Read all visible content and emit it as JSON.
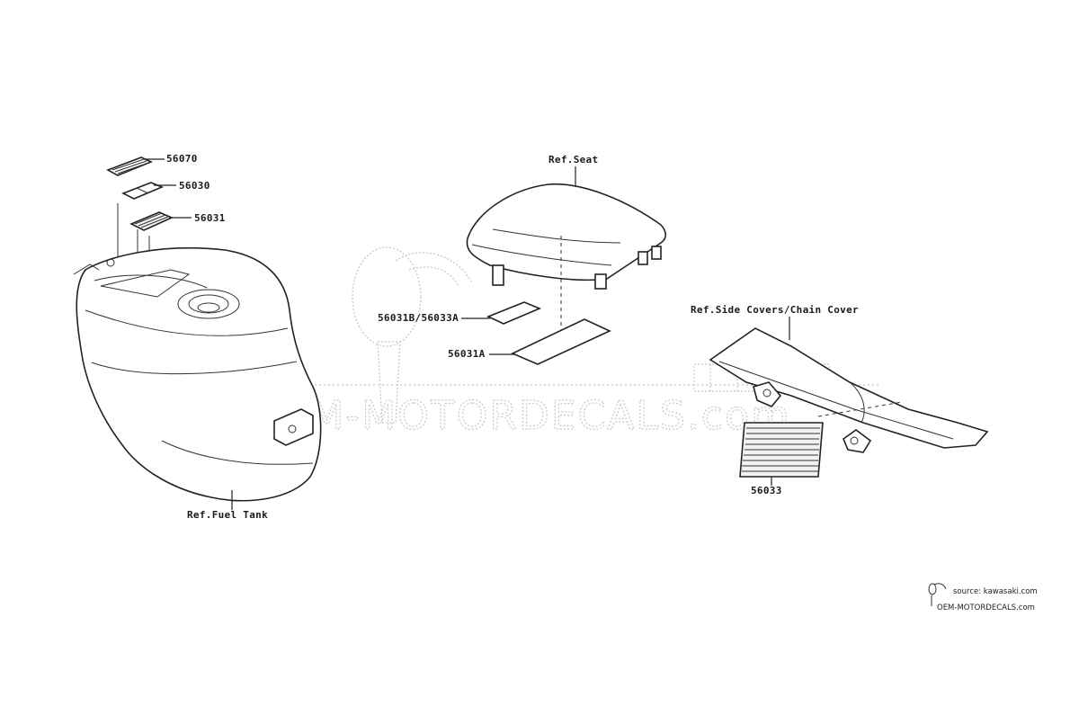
{
  "watermark": {
    "text": "OEM-MOTORDECALS.com"
  },
  "groups": {
    "fuel_tank": {
      "ref_label": "Ref.Fuel Tank",
      "parts": [
        "56070",
        "56030",
        "56031"
      ]
    },
    "seat": {
      "ref_label": "Ref.Seat",
      "parts": [
        "56031B/56033A",
        "56031A"
      ]
    },
    "side_covers": {
      "ref_label": "Ref.Side Covers/Chain Cover",
      "parts": [
        "56033"
      ]
    }
  },
  "footer": {
    "source": "source: kawasaki.com",
    "site": "OEM-MOTORDECALS.com"
  },
  "colors": {
    "line": "#222222",
    "watermark": "#c8c8c8",
    "background": "#ffffff"
  }
}
